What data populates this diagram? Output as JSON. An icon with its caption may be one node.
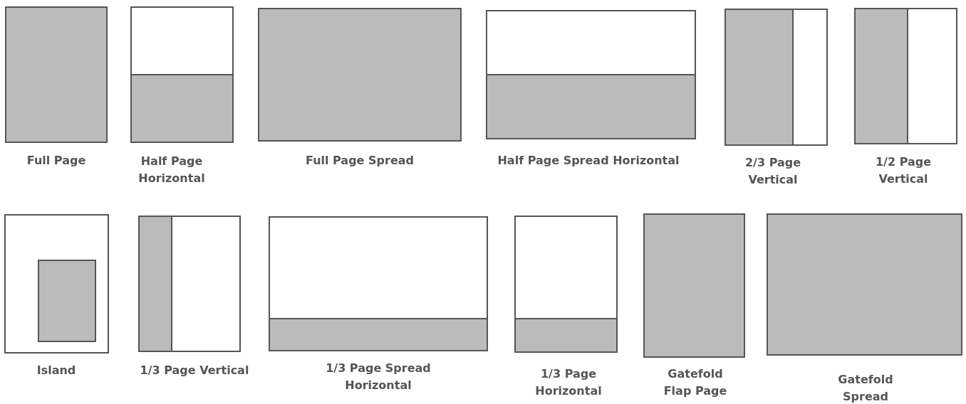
{
  "diagram": {
    "nodes": [
      {
        "text": [],
        "shape": "box",
        "beside": [
          "Full Page"
        ]
      },
      {
        "text": [],
        "shape": "box",
        "beside": [
          "Half Page Horizontal"
        ]
      },
      {
        "text": [],
        "shape": "box",
        "in": 1
      },
      {
        "text": [],
        "shape": "box",
        "beside": [
          "Full Page Spread"
        ]
      },
      {
        "text": [],
        "shape": "box",
        "beside": [
          "Half Page Spread Horizontal"
        ]
      },
      {
        "text": [],
        "shape": "box",
        "in": 4
      },
      {
        "text": [],
        "shape": "box",
        "beside": [
          "2/3 Page Vertical"
        ]
      },
      {
        "text": [],
        "shape": "box",
        "in": 6
      },
      {
        "text": [],
        "shape": "box",
        "beside": [
          "1/2 Page Vertical"
        ]
      },
      {
        "text": [],
        "shape": "box",
        "in": 8
      },
      {
        "text": [],
        "shape": "box",
        "beside": [
          "Island"
        ]
      },
      {
        "text": [],
        "shape": "box",
        "in": 10
      },
      {
        "text": [],
        "shape": "box",
        "beside": [
          "1/3 Page Vertical"
        ]
      },
      {
        "text": [],
        "shape": "box",
        "in": 12
      },
      {
        "text": [],
        "shape": "box",
        "beside": [
          "1/3 Page Spread Horizontal"
        ]
      },
      {
        "text": [],
        "shape": "box",
        "in": 14
      },
      {
        "text": [],
        "shape": "box",
        "beside": [
          "1/3 Page Horizontal"
        ]
      },
      {
        "text": [],
        "shape": "box",
        "in": 16
      },
      {
        "text": [],
        "shape": "box",
        "beside": [
          "Gatefold Flap Page"
        ]
      },
      {
        "text": [],
        "shape": "box",
        "beside": [
          "Gatefold Spread"
        ]
      }
    ]
  }
}
